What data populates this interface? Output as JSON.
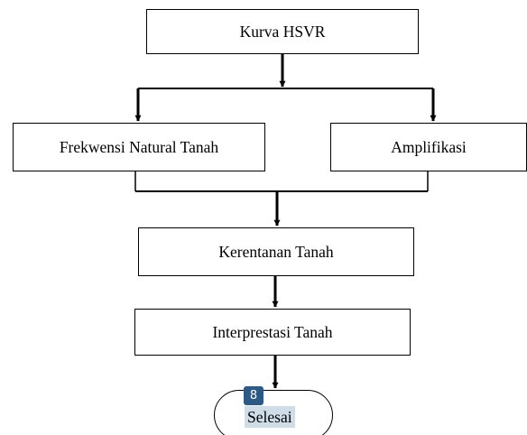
{
  "flowchart": {
    "top": {
      "label": "Kurva HSVR"
    },
    "left": {
      "label": "Frekwensi Natural Tanah"
    },
    "right": {
      "label": "Amplifikasi"
    },
    "middle": {
      "label": "Kerentanan Tanah"
    },
    "lower": {
      "label": "Interprestasi Tanah"
    },
    "end": {
      "label": "Selesai"
    }
  },
  "badge": {
    "number": "8",
    "color": "#2c5a86"
  },
  "colors": {
    "stroke": "#000000",
    "highlight": "#cfdde8"
  }
}
